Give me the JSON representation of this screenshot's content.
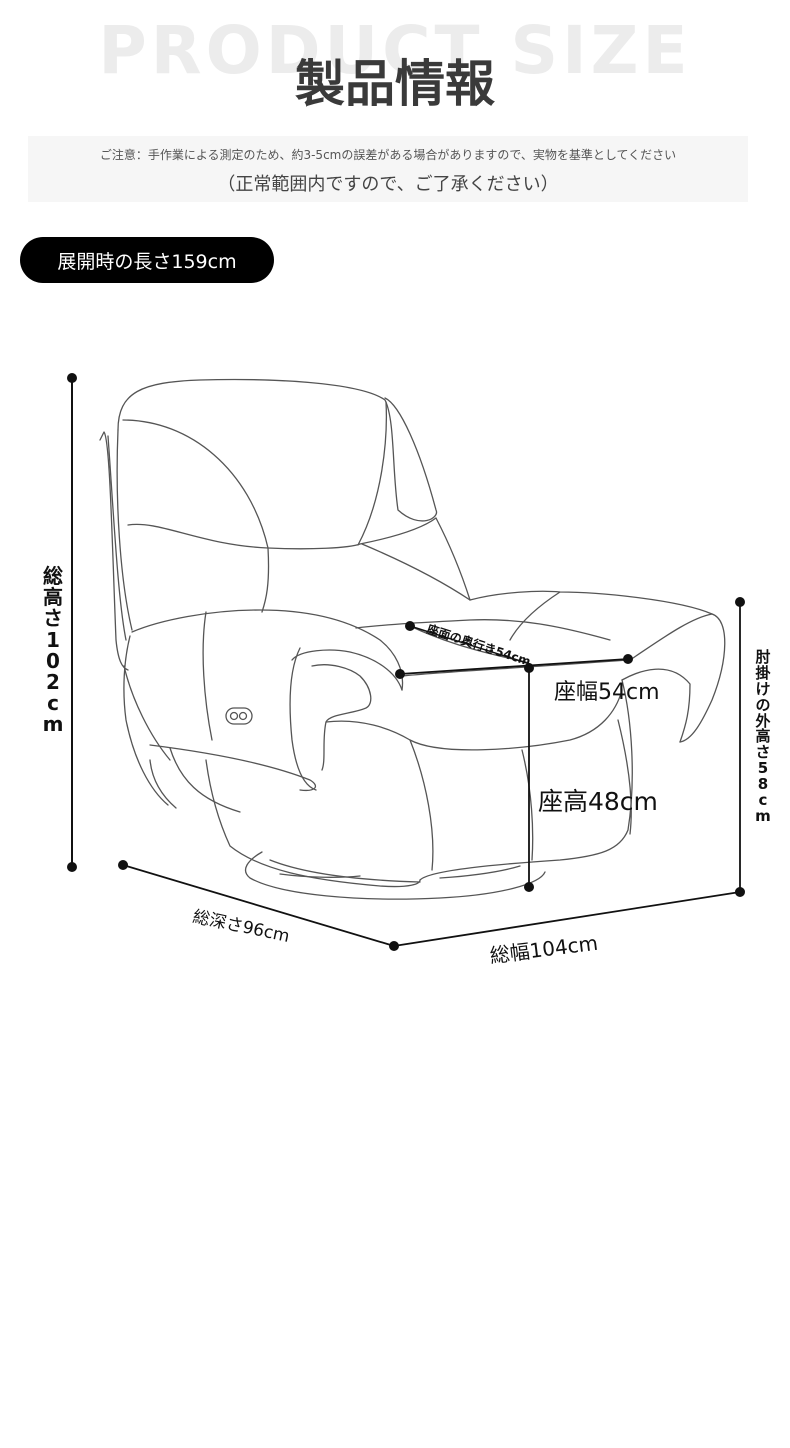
{
  "header": {
    "bg_title": "PRODUCT SIZE",
    "title": "製品情報",
    "note_line1": "ご注意：手作業による測定のため、約3-5cmの誤差がある場合がありますので、実物を基準としてください",
    "note_line2": "（正常範囲内ですので、ご了承ください）"
  },
  "badge": {
    "label": "展開時の長さ159cm"
  },
  "dimensions": {
    "total_height": "総高さ102cm",
    "armrest_height": "肘掛けの外高さ58cm",
    "seat_depth": "座面の奥行き54cm",
    "seat_width": "座幅54cm",
    "seat_height": "座高48cm",
    "total_depth": "総深さ96cm",
    "total_width": "総幅104cm"
  },
  "colors": {
    "line": "#111111",
    "sofa_stroke": "#555555",
    "badge_bg": "#000000",
    "bg_title": "#ececec"
  }
}
